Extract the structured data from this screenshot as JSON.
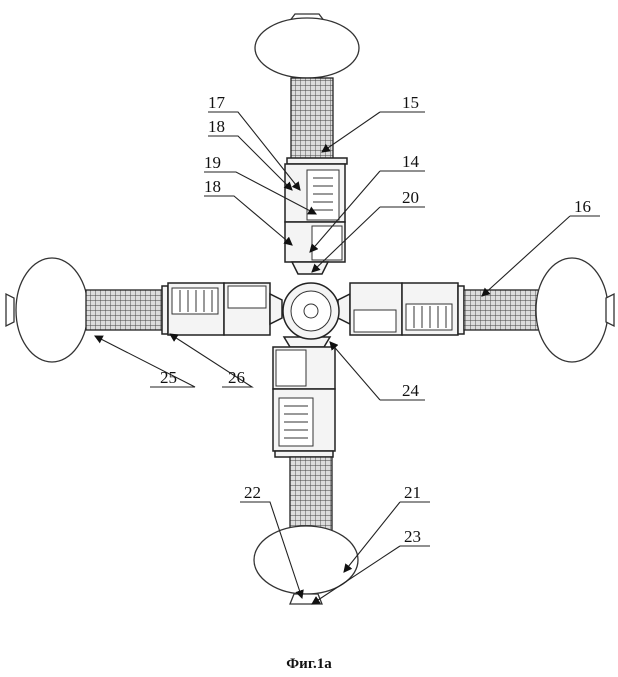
{
  "labels": {
    "l15": "15",
    "l16": "16",
    "l17": "17",
    "l18a": "18",
    "l19": "19",
    "l18b": "18",
    "l14": "14",
    "l20": "20",
    "l25": "25",
    "l26": "26",
    "l24": "24",
    "l22": "22",
    "l21": "21",
    "l23": "23"
  },
  "caption": "Фиг.1а"
}
